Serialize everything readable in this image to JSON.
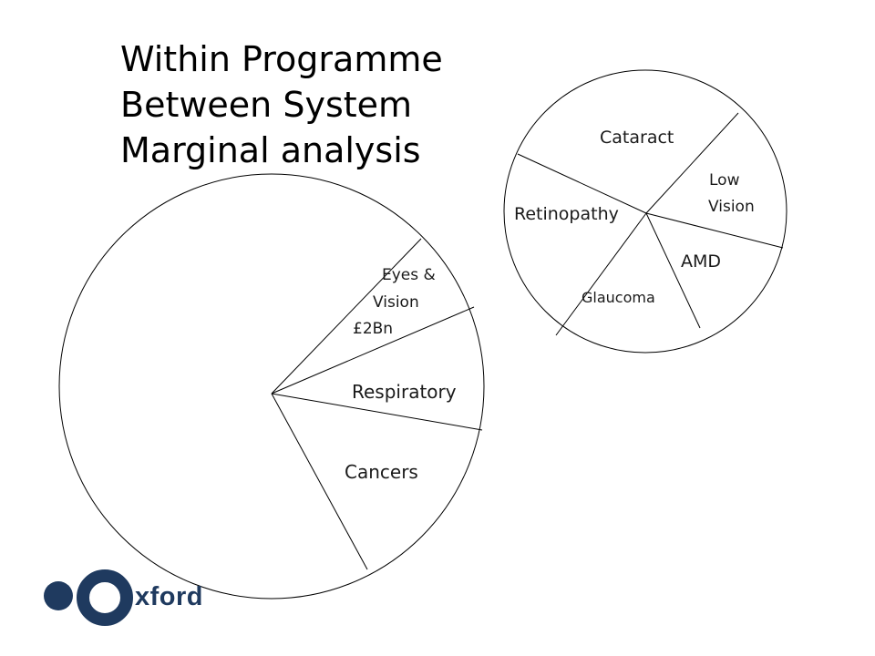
{
  "title": {
    "lines": [
      "Within Programme",
      "Between System",
      "Marginal analysis"
    ]
  },
  "big_pie": {
    "segments": [
      {
        "key": "eyes",
        "lines": [
          "Eyes &",
          "Vision",
          "£2Bn"
        ]
      },
      {
        "key": "respiratory",
        "lines": [
          "Respiratory"
        ]
      },
      {
        "key": "cancers",
        "lines": [
          "Cancers"
        ]
      }
    ]
  },
  "small_pie": {
    "segments": [
      {
        "key": "cataract",
        "lines": [
          "Cataract"
        ]
      },
      {
        "key": "low_vision",
        "lines": [
          "Low",
          "Vision"
        ]
      },
      {
        "key": "amd",
        "lines": [
          "AMD"
        ]
      },
      {
        "key": "glaucoma",
        "lines": [
          "Glaucoma"
        ]
      },
      {
        "key": "retinopathy",
        "lines": [
          "Retinopathy"
        ]
      }
    ]
  },
  "logo": {
    "word": "xford",
    "color": "#1f3a5f"
  }
}
